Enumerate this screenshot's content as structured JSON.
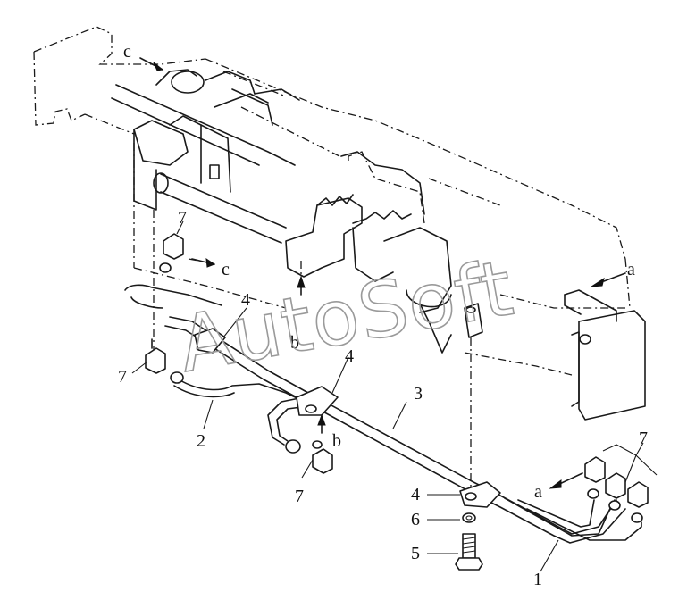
{
  "labels": {
    "a_top": "a",
    "a_bottom": "a",
    "b_mid": "b",
    "b_low": "b",
    "c_top": "c",
    "c_mid": "c",
    "part_1": "1",
    "part_2": "2",
    "part_3": "3",
    "part_4_left": "4",
    "part_4_center": "4",
    "part_4_bottom": "4",
    "part_5": "5",
    "part_6": "6",
    "part_7_upper": "7",
    "part_7_left": "7",
    "part_7_center": "7",
    "part_7_right": "7"
  },
  "watermark": "AutoSoft"
}
